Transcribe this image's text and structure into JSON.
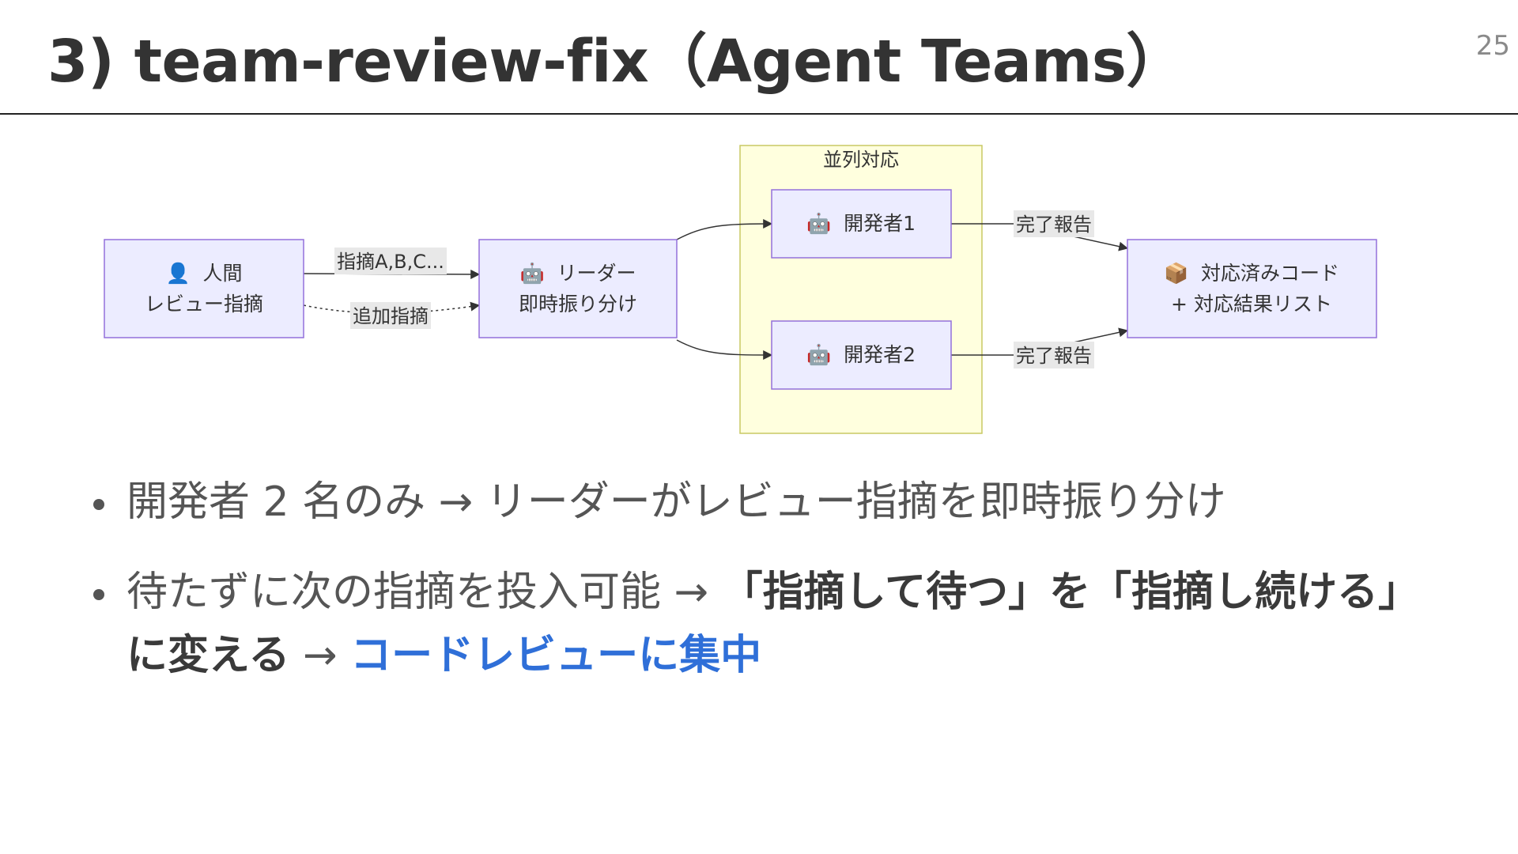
{
  "slide": {
    "title": "3) team-review-fix（Agent Teams）",
    "page_number": "25"
  },
  "diagram": {
    "nodes": {
      "human": {
        "icon": "👤",
        "line1": "人間",
        "line2": "レビュー指摘"
      },
      "leader": {
        "icon": "🤖",
        "line1": "リーダー",
        "line2": "即時振り分け"
      },
      "dev1": {
        "icon": "🤖",
        "line1": "開発者1"
      },
      "dev2": {
        "icon": "🤖",
        "line1": "開発者2"
      },
      "result": {
        "icon": "📦",
        "line1": "対応済みコード",
        "line2": "+ 対応結果リスト"
      }
    },
    "group": {
      "label": "並列対応"
    },
    "edges": {
      "human_to_leader": "指摘A,B,C...",
      "additional": "追加指摘",
      "dev1_done": "完了報告",
      "dev2_done": "完了報告"
    },
    "colors": {
      "node_fill": "#ececff",
      "node_stroke": "#9370db",
      "group_fill": "#ffffde",
      "group_stroke": "#c8c864",
      "edge": "#333333",
      "edge_label_bg": "#e8e8e8"
    }
  },
  "bullets": [
    {
      "text": "開発者 2 名のみ → リーダーがレビュー指摘を即時振り分け"
    },
    {
      "text_plain": "待たずに次の指摘を投入可能 → ",
      "text_strong": "「指摘して待つ」を「指摘し続ける」に変える",
      "text_arrow": " → ",
      "text_accent": "コードレビューに集中"
    }
  ],
  "accent_color": "#2f6fd8"
}
